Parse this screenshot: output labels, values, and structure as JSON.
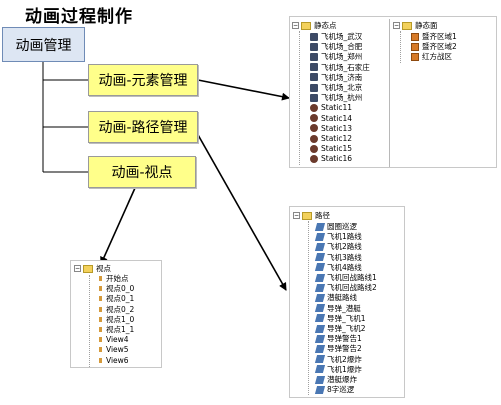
{
  "title": "动画过程制作",
  "boxes": {
    "root": "动画管理",
    "element_mgmt": "动画-元素管理",
    "path_mgmt": "动画-路径管理",
    "viewpoint": "动画-视点"
  },
  "panel_elements": {
    "root1": "静态点",
    "items1": [
      "飞机场_武汉",
      "飞机场_合肥",
      "飞机场_郑州",
      "飞机场_石家庄",
      "飞机场_济南",
      "飞机场_北京",
      "飞机场_杭州",
      "Static11",
      "Static14",
      "Static13",
      "Static12",
      "Static15",
      "Static16"
    ],
    "root2": "静态面",
    "items2": [
      "暨齐区域1",
      "暨齐区域2",
      "红方战区"
    ]
  },
  "panel_paths": {
    "root": "路径",
    "items": [
      "圆圈巡逻",
      "飞机1路线",
      "飞机2路线",
      "飞机3路线",
      "飞机4路线",
      "飞机回战路线1",
      "飞机回战路线2",
      "潜艇路线",
      "导弹_潜艇",
      "导弹_飞机1",
      "导弹_飞机2",
      "导弹警告1",
      "导弹警告2",
      "飞机2爆炸",
      "飞机1爆炸",
      "潜艇爆炸",
      "8字巡逻"
    ]
  },
  "panel_views": {
    "root": "视点",
    "items": [
      "开始点",
      "视点0_0",
      "视点0_1",
      "视点0_2",
      "视点1_0",
      "视点1_1",
      "View4",
      "View5",
      "View6"
    ]
  }
}
